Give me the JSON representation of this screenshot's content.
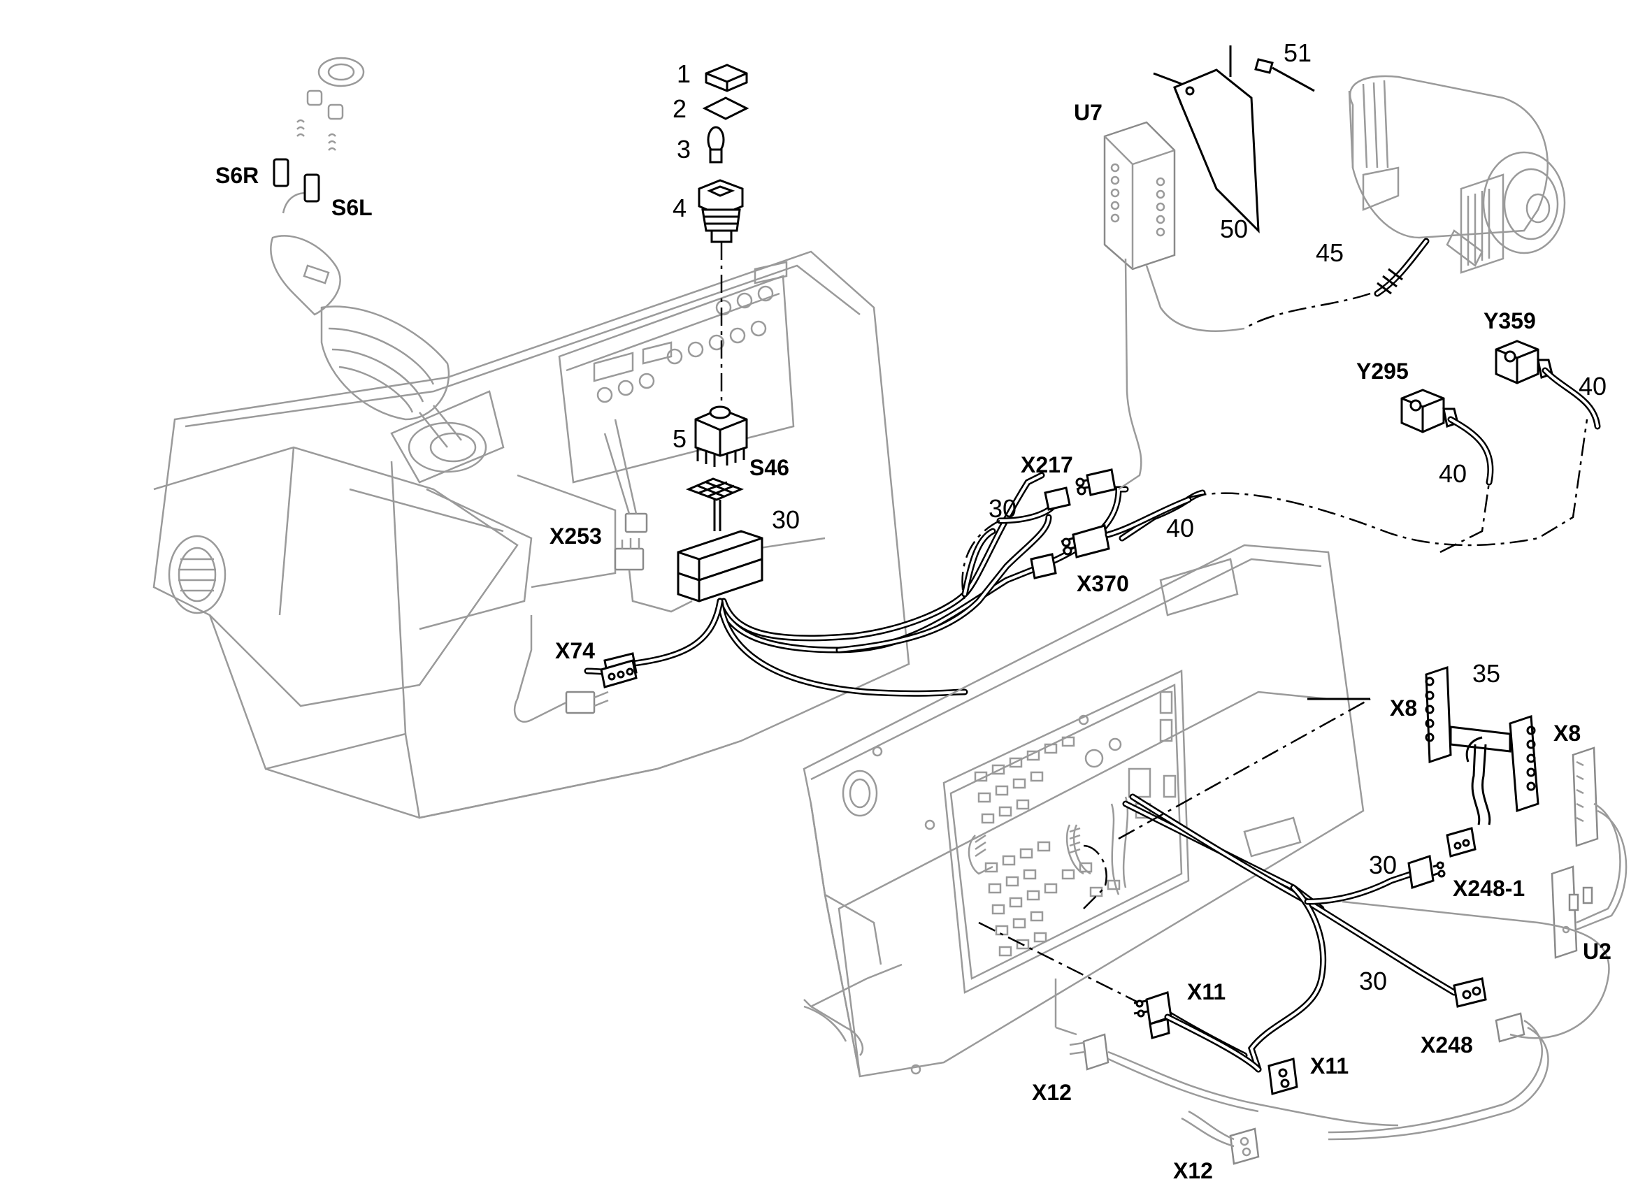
{
  "labels": {
    "l1": "1",
    "l2": "2",
    "l3": "3",
    "l4": "4",
    "l5": "5",
    "s46": "S46",
    "s6r": "S6R",
    "s6l": "S6L",
    "u7": "U7",
    "l51": "51",
    "l50": "50",
    "l45": "45",
    "y359": "Y359",
    "y295": "Y295",
    "l40a": "40",
    "l40b": "40",
    "l40c": "40",
    "x217": "X217",
    "l30a": "30",
    "l30b": "30",
    "x370": "X370",
    "x253": "X253",
    "x74": "X74",
    "x8a": "X8",
    "l35": "35",
    "x8b": "X8",
    "l30c": "30",
    "x2481": "X248-1",
    "u2": "U2",
    "x11a": "X11",
    "x11b": "X11",
    "l30d": "30",
    "x248": "X248",
    "x12a": "X12",
    "x12b": "X12"
  }
}
